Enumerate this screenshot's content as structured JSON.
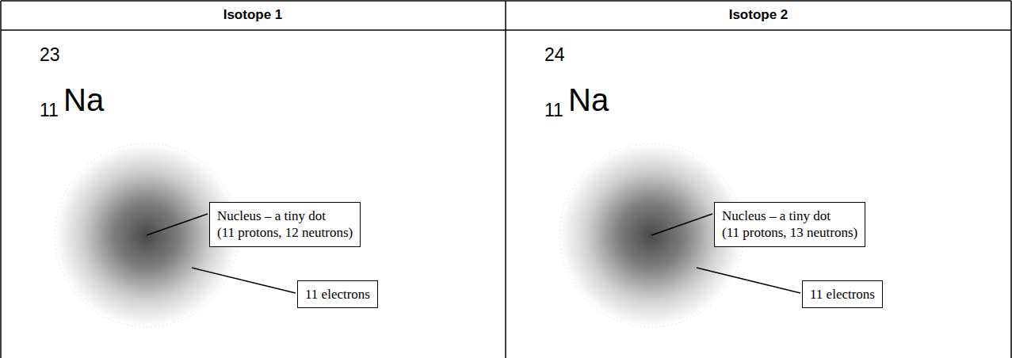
{
  "diagram": {
    "nodes": [
      {
        "text": [
          "Nucleus – a tiny dot",
          "(11 protons, 12 neutrons)"
        ]
      },
      {
        "text": [
          "11 electrons"
        ]
      },
      {
        "text": [
          "Nucleus – a tiny dot",
          "(11 protons, 13 neutrons)"
        ]
      },
      {
        "text": [
          "11 electrons"
        ]
      }
    ],
    "labels": [
      "Isotope 1",
      "23",
      "11",
      "Na",
      "Isotope 2",
      "24",
      "11",
      "Na"
    ]
  }
}
